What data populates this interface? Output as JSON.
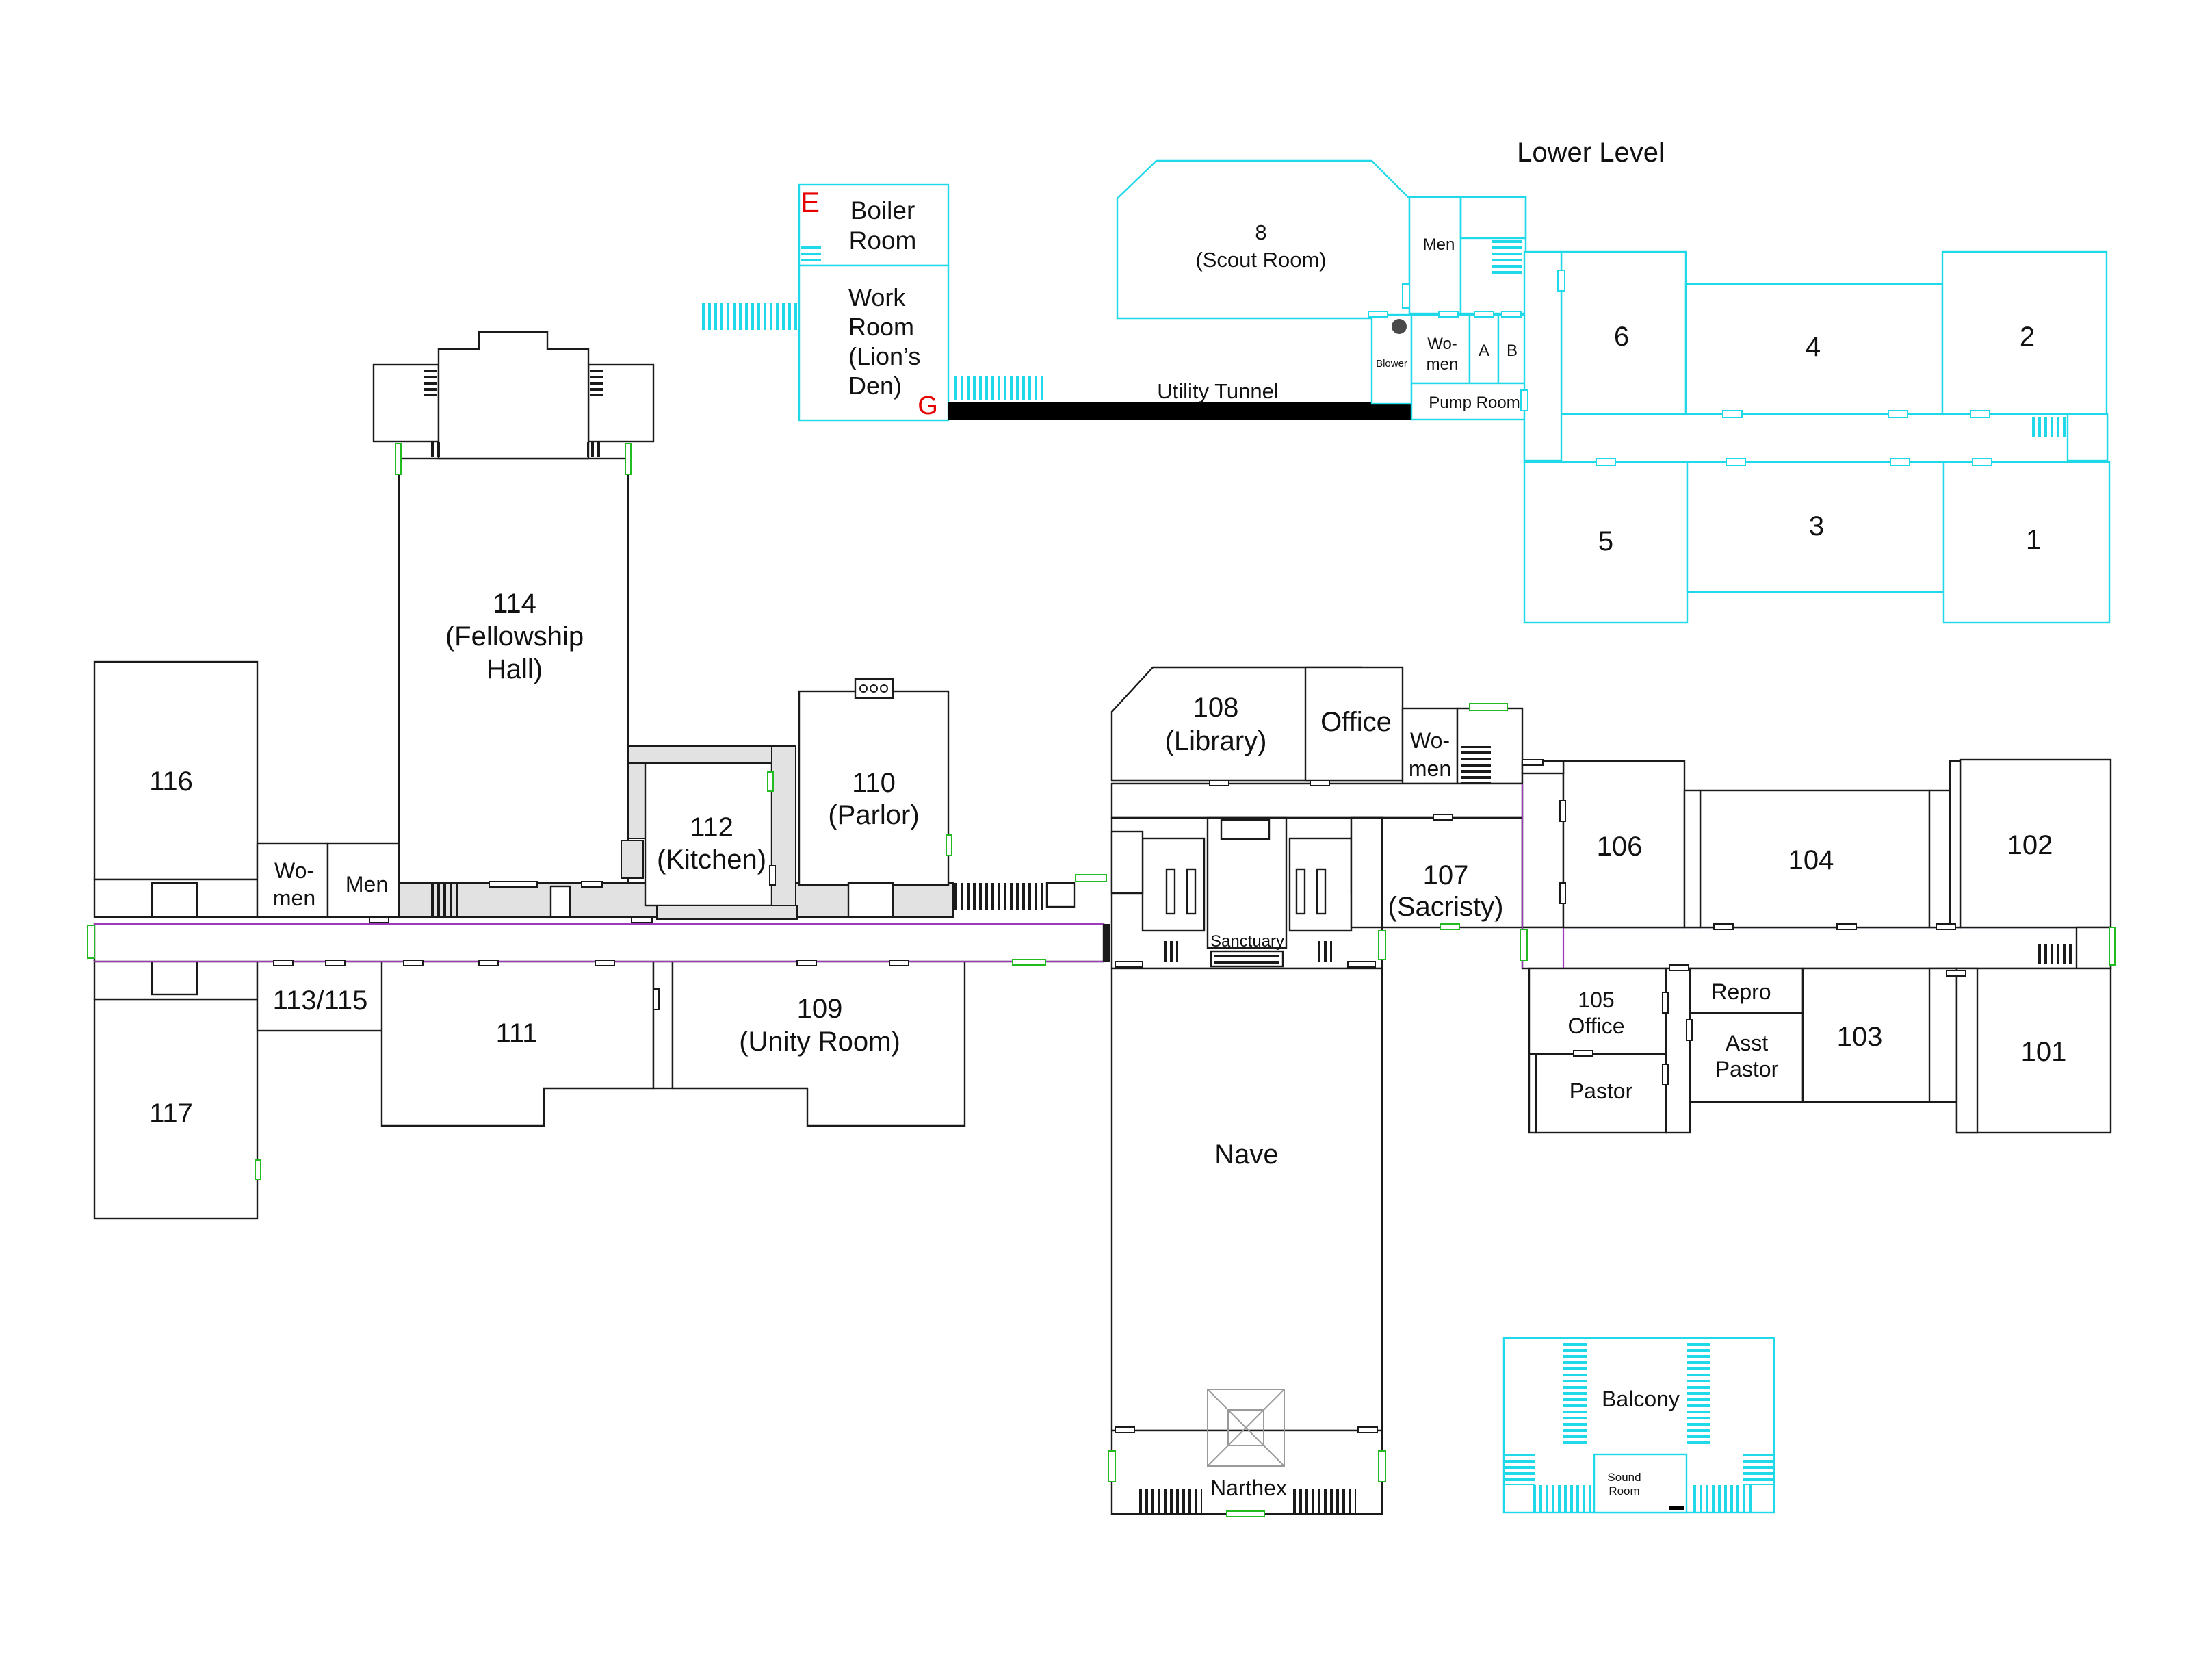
{
  "title": "Lower Level",
  "markers": {
    "e": "E",
    "g": "G"
  },
  "colors": {
    "main_level": "#1a1a1a",
    "lower_level": "#1fd8e8",
    "doors": "#22bb22",
    "hallway": "#9b3bb8",
    "markers": "#e60000"
  },
  "main_level": {
    "r116": "116",
    "r117": "117",
    "women_l": [
      "Wo-",
      "men"
    ],
    "men_l": "Men",
    "r113": "113/115",
    "r111": "111",
    "r114": [
      "114",
      "(Fellowship",
      "Hall)"
    ],
    "r112": [
      "112",
      "(Kitchen)"
    ],
    "r110": [
      "110",
      "(Parlor)"
    ],
    "r109": [
      "109",
      "(Unity Room)"
    ],
    "r108": [
      "108",
      "(Library)"
    ],
    "office": "Office",
    "women_c": [
      "Wo-",
      "men"
    ],
    "r107": [
      "107",
      "(Sacristy)"
    ],
    "sanctuary": "Sanctuary",
    "nave": "Nave",
    "narthex": "Narthex",
    "r106": "106",
    "r104": "104",
    "r102": "102",
    "r105": [
      "105",
      "Office"
    ],
    "pastor": "Pastor",
    "repro": "Repro",
    "asst_pastor": [
      "Asst",
      "Pastor"
    ],
    "r103": "103",
    "r101": "101"
  },
  "lower_level": {
    "boiler": [
      "Boiler",
      "Room"
    ],
    "work": [
      "Work",
      "Room",
      "(Lion’s",
      "Den)"
    ],
    "tunnel": "Utility Tunnel",
    "scout": [
      "8",
      "(Scout Room)"
    ],
    "men": "Men",
    "women": [
      "Wo-",
      "men"
    ],
    "a": "A",
    "b": "B",
    "blower": "Blower",
    "pump": "Pump Room",
    "r6": "6",
    "r4": "4",
    "r2": "2",
    "r5": "5",
    "r3": "3",
    "r1": "1"
  },
  "balcony": {
    "label": "Balcony",
    "sound": [
      "Sound",
      "Room"
    ]
  }
}
